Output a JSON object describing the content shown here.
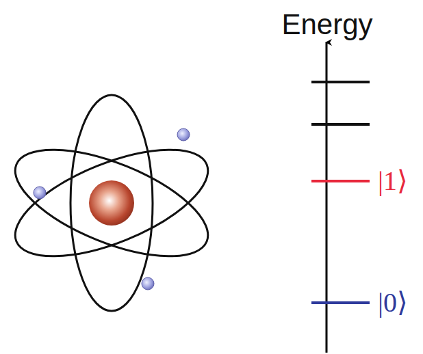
{
  "diagram": {
    "labels": [
      "Energy",
      "|1⟩",
      "|0⟩"
    ]
  }
}
